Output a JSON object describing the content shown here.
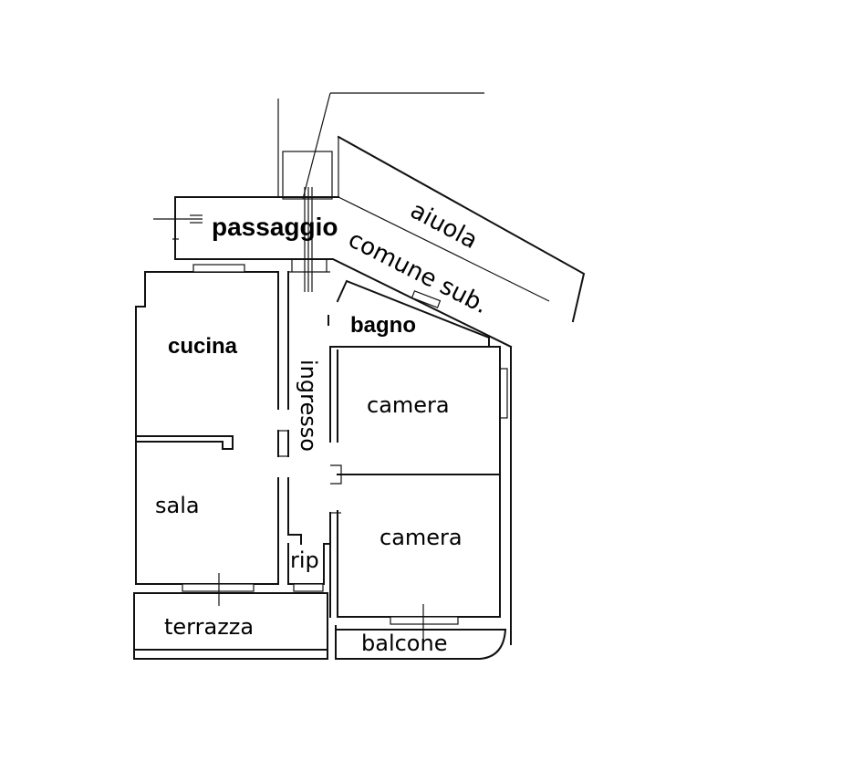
{
  "rooms": {
    "passaggio": "passaggio",
    "aiuola": "aiuola",
    "comune": "comune sub.",
    "bagno": "bagno",
    "cucina": "cucina",
    "ingresso": "ingresso",
    "camera1": "camera",
    "camera2": "camera",
    "sala": "sala",
    "rip": "rip",
    "terrazza": "terrazza",
    "balcone": "balcone"
  },
  "colors": {
    "ink": "#111111",
    "paper": "#ffffff"
  }
}
